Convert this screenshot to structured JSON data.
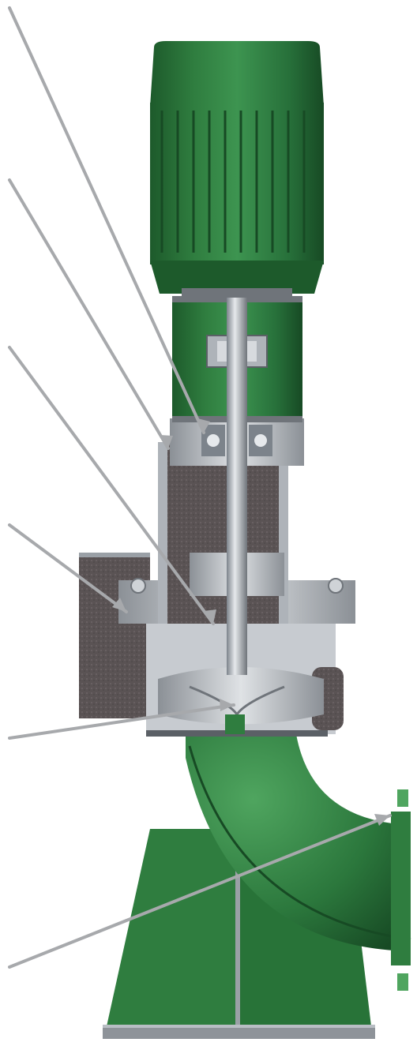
{
  "diagram": {
    "subject": "vertical-inline-centrifugal-pump-cutaway",
    "callout_count": 6,
    "colors": {
      "background": "#ffffff",
      "pump_green": "#2f7d3f",
      "pump_green_dark": "#1d5a2b",
      "pump_green_light": "#4fa55f",
      "metal_gray": "#b9bec4",
      "metal_dark": "#6f747a",
      "casing_texture": "#5a5354",
      "leader_line": "#a7a9ac"
    },
    "components": [
      "motor-housing",
      "motor-cooling-fins",
      "coupling-lantern",
      "shaft-coupling",
      "pump-shaft",
      "bearing-housing",
      "pump-casing",
      "impeller",
      "suction-flange",
      "discharge-elbow",
      "support-base"
    ]
  }
}
